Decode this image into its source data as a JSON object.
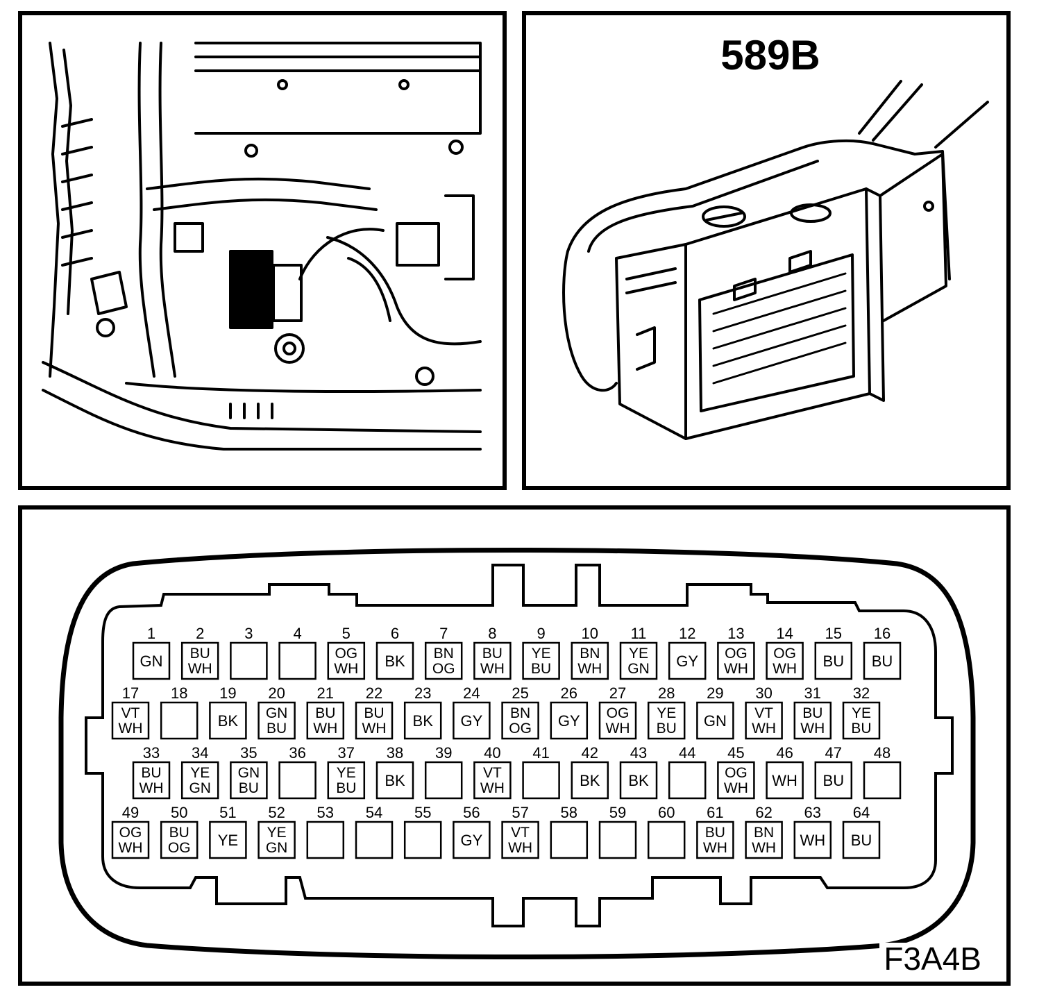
{
  "connector": {
    "title": "589B"
  },
  "figure_code": "F3A4B",
  "pins": [
    {
      "n": "1",
      "c": [
        "GN"
      ]
    },
    {
      "n": "2",
      "c": [
        "BU",
        "WH"
      ]
    },
    {
      "n": "3",
      "c": []
    },
    {
      "n": "4",
      "c": []
    },
    {
      "n": "5",
      "c": [
        "OG",
        "WH"
      ]
    },
    {
      "n": "6",
      "c": [
        "BK"
      ]
    },
    {
      "n": "7",
      "c": [
        "BN",
        "OG"
      ]
    },
    {
      "n": "8",
      "c": [
        "BU",
        "WH"
      ]
    },
    {
      "n": "9",
      "c": [
        "YE",
        "BU"
      ]
    },
    {
      "n": "10",
      "c": [
        "BN",
        "WH"
      ]
    },
    {
      "n": "11",
      "c": [
        "YE",
        "GN"
      ]
    },
    {
      "n": "12",
      "c": [
        "GY"
      ]
    },
    {
      "n": "13",
      "c": [
        "OG",
        "WH"
      ]
    },
    {
      "n": "14",
      "c": [
        "OG",
        "WH"
      ]
    },
    {
      "n": "15",
      "c": [
        "BU"
      ]
    },
    {
      "n": "16",
      "c": [
        "BU"
      ]
    },
    {
      "n": "17",
      "c": [
        "VT",
        "WH"
      ]
    },
    {
      "n": "18",
      "c": []
    },
    {
      "n": "19",
      "c": [
        "BK"
      ]
    },
    {
      "n": "20",
      "c": [
        "GN",
        "BU"
      ]
    },
    {
      "n": "21",
      "c": [
        "BU",
        "WH"
      ]
    },
    {
      "n": "22",
      "c": [
        "BU",
        "WH"
      ]
    },
    {
      "n": "23",
      "c": [
        "BK"
      ]
    },
    {
      "n": "24",
      "c": [
        "GY"
      ]
    },
    {
      "n": "25",
      "c": [
        "BN",
        "OG"
      ]
    },
    {
      "n": "26",
      "c": [
        "GY"
      ]
    },
    {
      "n": "27",
      "c": [
        "OG",
        "WH"
      ]
    },
    {
      "n": "28",
      "c": [
        "YE",
        "BU"
      ]
    },
    {
      "n": "29",
      "c": [
        "GN"
      ]
    },
    {
      "n": "30",
      "c": [
        "VT",
        "WH"
      ]
    },
    {
      "n": "31",
      "c": [
        "BU",
        "WH"
      ]
    },
    {
      "n": "32",
      "c": [
        "YE",
        "BU"
      ]
    },
    {
      "n": "33",
      "c": [
        "BU",
        "WH"
      ]
    },
    {
      "n": "34",
      "c": [
        "YE",
        "GN"
      ]
    },
    {
      "n": "35",
      "c": [
        "GN",
        "BU"
      ]
    },
    {
      "n": "36",
      "c": []
    },
    {
      "n": "37",
      "c": [
        "YE",
        "BU"
      ]
    },
    {
      "n": "38",
      "c": [
        "BK"
      ]
    },
    {
      "n": "39",
      "c": []
    },
    {
      "n": "40",
      "c": [
        "VT",
        "WH"
      ]
    },
    {
      "n": "41",
      "c": []
    },
    {
      "n": "42",
      "c": [
        "BK"
      ]
    },
    {
      "n": "43",
      "c": [
        "BK"
      ]
    },
    {
      "n": "44",
      "c": []
    },
    {
      "n": "45",
      "c": [
        "OG",
        "WH"
      ]
    },
    {
      "n": "46",
      "c": [
        "WH"
      ]
    },
    {
      "n": "47",
      "c": [
        "BU"
      ]
    },
    {
      "n": "48",
      "c": []
    },
    {
      "n": "49",
      "c": [
        "OG",
        "WH"
      ]
    },
    {
      "n": "50",
      "c": [
        "BU",
        "OG"
      ]
    },
    {
      "n": "51",
      "c": [
        "YE"
      ]
    },
    {
      "n": "52",
      "c": [
        "YE",
        "GN"
      ]
    },
    {
      "n": "53",
      "c": []
    },
    {
      "n": "54",
      "c": []
    },
    {
      "n": "55",
      "c": []
    },
    {
      "n": "56",
      "c": [
        "GY"
      ]
    },
    {
      "n": "57",
      "c": [
        "VT",
        "WH"
      ]
    },
    {
      "n": "58",
      "c": []
    },
    {
      "n": "59",
      "c": []
    },
    {
      "n": "60",
      "c": []
    },
    {
      "n": "61",
      "c": [
        "BU",
        "WH"
      ]
    },
    {
      "n": "62",
      "c": [
        "BN",
        "WH"
      ]
    },
    {
      "n": "63",
      "c": [
        "WH"
      ]
    },
    {
      "n": "64",
      "c": [
        "BU"
      ]
    }
  ]
}
